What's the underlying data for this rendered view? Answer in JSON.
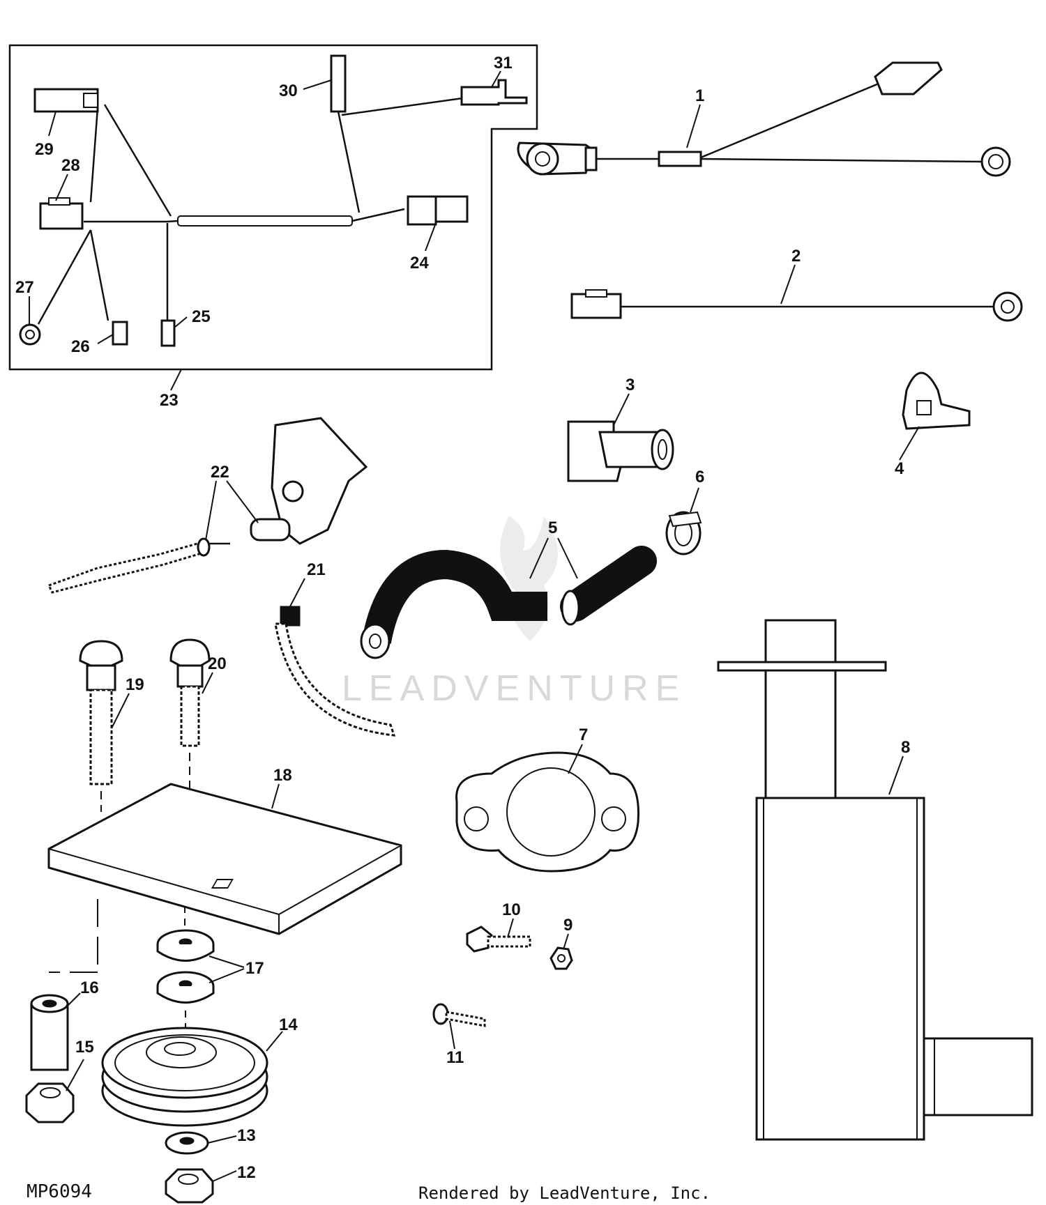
{
  "diagram_code": "MP6094",
  "credit_text": "Rendered by LeadVenture, Inc.",
  "watermark_text": "LEADVENTURE",
  "callouts": {
    "c1": "1",
    "c2": "2",
    "c3": "3",
    "c4": "4",
    "c5": "5",
    "c6": "6",
    "c7": "7",
    "c8": "8",
    "c9": "9",
    "c10": "10",
    "c11": "11",
    "c12": "12",
    "c13": "13",
    "c14": "14",
    "c15": "15",
    "c16": "16",
    "c17": "17",
    "c18": "18",
    "c19": "19",
    "c20": "20",
    "c21": "21",
    "c22": "22",
    "c23": "23",
    "c24": "24",
    "c25": "25",
    "c26": "26",
    "c27": "27",
    "c28": "28",
    "c29": "29",
    "c30": "30",
    "c31": "31"
  }
}
